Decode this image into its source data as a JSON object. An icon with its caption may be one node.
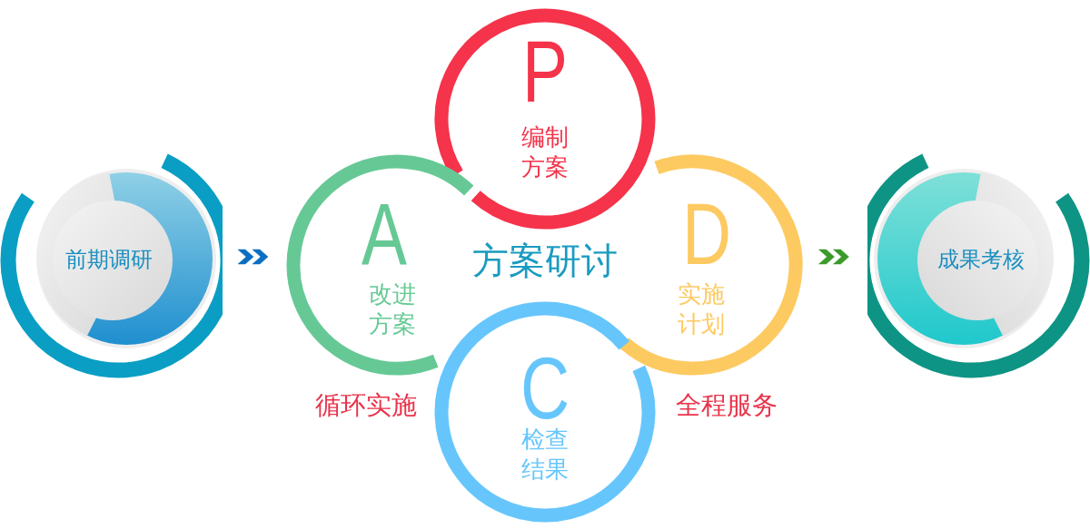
{
  "diagram": {
    "nodes": [
      {
        "text": [
          "前期调研"
        ]
      },
      {
        "text": [
          "P",
          "编制方案"
        ]
      },
      {
        "text": [
          "A",
          "改进方案"
        ]
      },
      {
        "text": [
          "D",
          "实施计划"
        ]
      },
      {
        "text": [
          "C",
          "检查结果"
        ]
      },
      {
        "text": [
          "成果考核"
        ]
      }
    ],
    "edges": [
      {
        "from": 0,
        "to": 2,
        "arrow": "to",
        "color": "#0a6fc2"
      },
      {
        "from": 3,
        "to": 5,
        "arrow": "to",
        "color": "#3a9a2a"
      }
    ],
    "labels": [
      "方案研讨",
      "循环实施",
      "全程服务"
    ]
  }
}
